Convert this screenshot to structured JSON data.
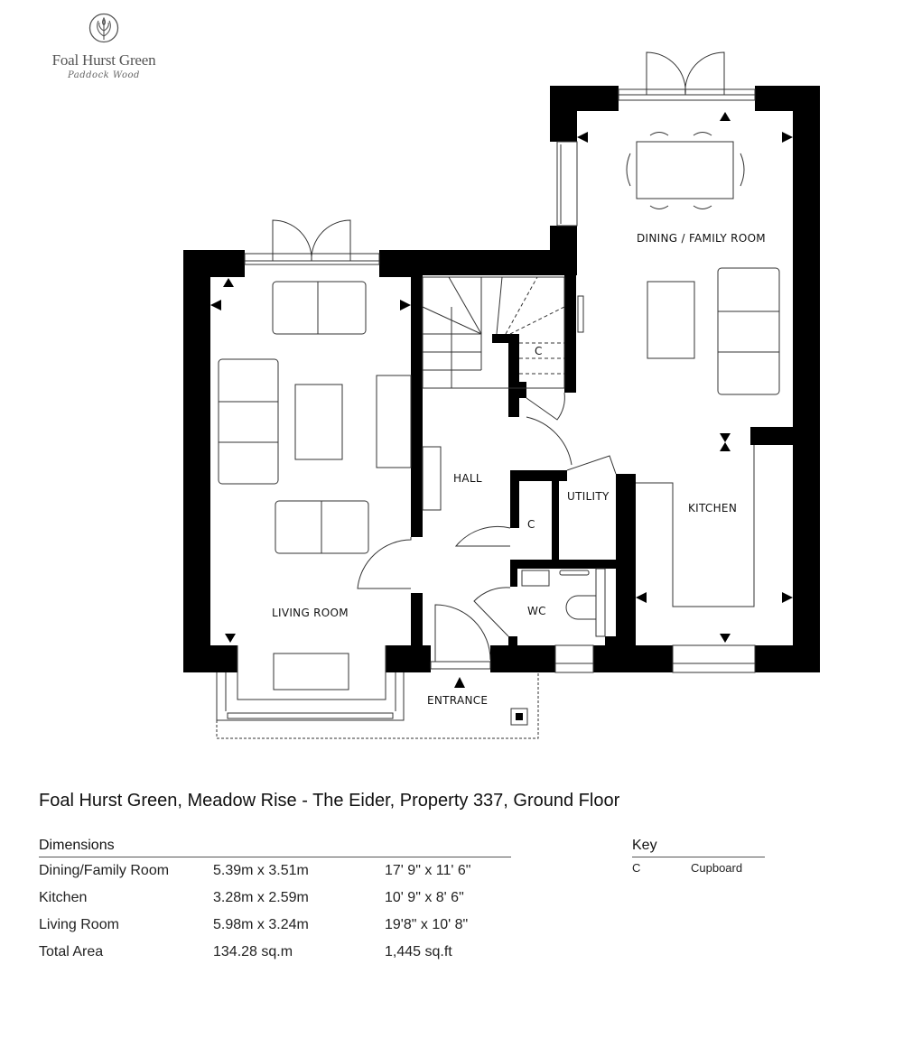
{
  "logo": {
    "icon": "leaf-circle-icon",
    "brand": "Foal Hurst Green",
    "location": "Paddock Wood"
  },
  "plan": {
    "rooms": {
      "dining": "DINING / FAMILY ROOM",
      "living": "LIVING ROOM",
      "hall": "HALL",
      "utility": "UTILITY",
      "kitchen": "KITCHEN",
      "wc": "WC",
      "entrance": "ENTRANCE",
      "cupboard_stairs": "C",
      "cupboard_hall": "C"
    }
  },
  "title": "Foal Hurst Green, Meadow Rise - The Eider, Property 337, Ground Floor",
  "dimensions": {
    "heading": "Dimensions",
    "rows": [
      {
        "room": "Dining/Family Room",
        "metric": "5.39m x 3.51m",
        "imperial": "17' 9\" x 11' 6\""
      },
      {
        "room": "Kitchen",
        "metric": "3.28m x 2.59m",
        "imperial": "10' 9\" x 8' 6\""
      },
      {
        "room": "Living Room",
        "metric": "5.98m x 3.24m",
        "imperial": "19'8\" x 10' 8\""
      },
      {
        "room": "Total Area",
        "metric": "134.28 sq.m",
        "imperial": "1,445 sq.ft"
      }
    ]
  },
  "key": {
    "heading": "Key",
    "items": [
      {
        "code": "C",
        "meaning": "Cupboard"
      }
    ]
  }
}
